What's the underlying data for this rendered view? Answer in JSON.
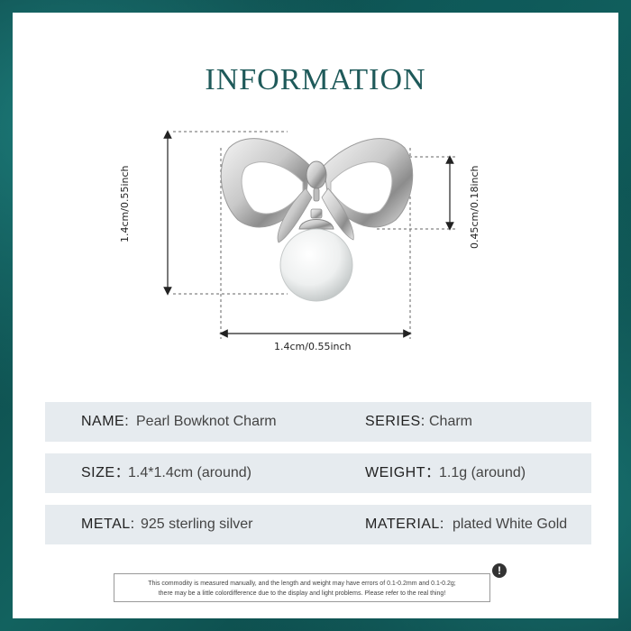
{
  "title": "INFORMATION",
  "dimensions": {
    "height_label": "1.4cm/0.55inch",
    "width_label": "1.4cm/0.55inch",
    "loop_label": "0.45cm/0.18inch"
  },
  "specs": {
    "name_label": "NAME:",
    "name_value": "Pearl Bowknot Charm",
    "series_label": "SERIES:",
    "series_value": "Charm",
    "size_label": "SIZE：",
    "size_value": "1.4*1.4cm (around)",
    "weight_label": "WEIGHT：",
    "weight_value": "1.1g (around)",
    "metal_label": "METAL:",
    "metal_value": "925 sterling silver",
    "material_label": "MATERIAL:",
    "material_value": "plated White Gold"
  },
  "notice": {
    "line1": "This commodity is measured manually, and the length and weight may have errors of 0.1-0.2mm and 0.1-0.2g;",
    "line2": "there may be a little colordifference due to the display and light problems. Please refer to the real thing!",
    "icon": "!"
  },
  "colors": {
    "frame": "#0c4b4c",
    "title": "#1f5a5a",
    "row_bg": "#e6ebef"
  }
}
